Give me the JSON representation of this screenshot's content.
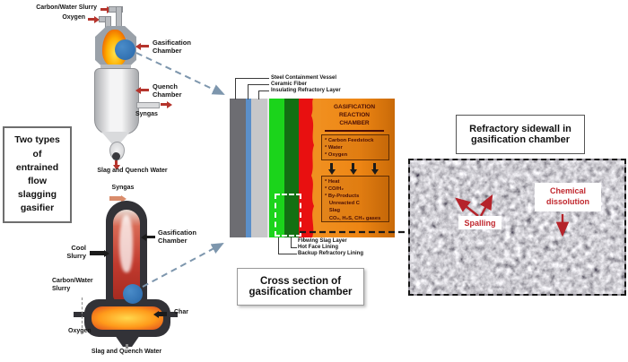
{
  "figure": {
    "left": {
      "type_box_text": "Two types\nof\nentrained\nflow\nslagging\ngasifier",
      "top_gasifier": {
        "slurry_label": "Carbon/Water Slurry",
        "oxygen_label": "Oxygen",
        "gasification_chamber_label": "Gasification\nChamber",
        "quench_chamber_label": "Quench\nChamber",
        "syngas_label": "Syngas",
        "slag_label": "Slag and Quench Water"
      },
      "bottom_gasifier": {
        "syngas_label": "Syngas",
        "gasification_chamber_label": "Gasification\nChamber",
        "cool_slurry_label": "Cool\nSlurry",
        "slurry_label": "Carbon/Water\nSlurry",
        "char_label": "Char",
        "oxygen_label": "Oxygen",
        "slag_label": "Slag and Quench Water"
      }
    },
    "cross_section": {
      "top_layer_labels": [
        "Steel Containment Vessel",
        "Ceramic Fiber",
        "Insulating Refractory Layer"
      ],
      "chamber_title": "GASIFICATION\nREACTION\nCHAMBER",
      "inputs_text": "* Carbon Feedstock\n* Water\n* Oxygen",
      "outputs_text": "* Heat\n* CO/H₂\n* By-Products\n   Unreacted C\n   Slag\n   CO₂, H₂S, CH₄ gases",
      "bottom_layer_labels": [
        "Flowing Slag Layer",
        "Hot Face Lining",
        "Backup Refractory Lining"
      ],
      "caption": "Cross section of\ngasification chamber",
      "layer_colors": {
        "steel": "#6d6d72",
        "ceramic_fiber": "#5b8fc9",
        "insulating_refractory": "#c7c7c9",
        "backup_refractory": "#1bd41b",
        "hot_face": "#127012",
        "flowing_slag": "#e81010",
        "chamber_orange": "#f09020"
      }
    },
    "right": {
      "caption": "Refractory sidewall in\ngasification chamber",
      "spalling_label": "Spalling",
      "chemical_label": "Chemical\ndissolution",
      "annotation_color": "#c0272d"
    },
    "colors": {
      "callout_arrow_red": "#b5342c",
      "connector_dash_blue": "#7d96ad",
      "connector_dash_black": "#1a1a1a",
      "vessel_blue_circle": "#2e74b8"
    }
  }
}
